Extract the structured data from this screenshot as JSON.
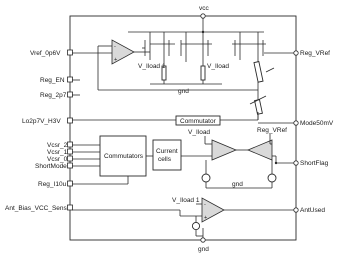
{
  "pins": {
    "top": "vcc",
    "bottom": "gnd",
    "left": [
      "Vref_0p6V",
      "Reg_EN",
      "Reg_2p7",
      "Lo2p7V_H3V",
      "Vcsr_2",
      "Vcsr_1",
      "Vcsr_0",
      "ShortMode",
      "Reg_I10u",
      "Ant_Bias_VCC_Sens"
    ],
    "right": [
      "Reg_VRef",
      "Mode50mV",
      "ShortFlag",
      "AntUsed"
    ]
  },
  "blocks": {
    "commutator": "Commutator",
    "commutators": "Commutators",
    "current_cells": "Current\ncells"
  },
  "labels": {
    "v_iload_1_top": "V_Iload 1",
    "v_iload_top": "V_Iload",
    "gnd_top": "gnd",
    "v_iload_mid": "V_Iload",
    "reg_vref_mid": "Reg_VRef",
    "gnd_mid": "gnd",
    "v_iload_1_bot": "V_Iload 1"
  },
  "colors": {
    "ink": "#2a2a2a",
    "amp_fill": "#d9d9d9",
    "background": "#ffffff"
  }
}
